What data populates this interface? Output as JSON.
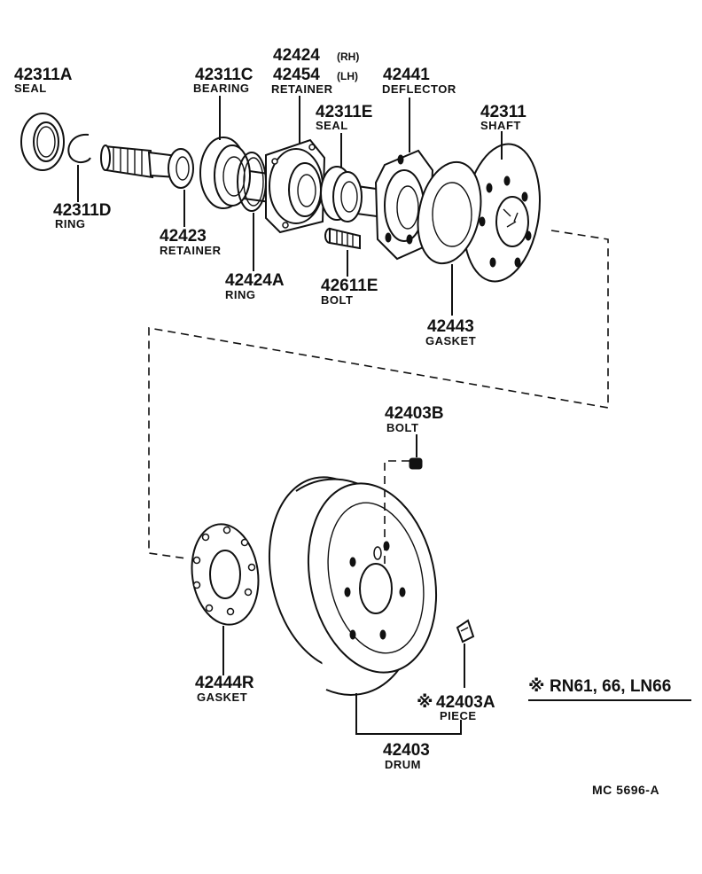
{
  "diagram": {
    "parts": {
      "p42311A": {
        "number": "42311A",
        "name": "SEAL"
      },
      "p42311D": {
        "number": "42311D",
        "name": "RING"
      },
      "p42311C": {
        "number": "42311C",
        "name": "BEARING"
      },
      "p42423": {
        "number": "42423",
        "name": "RETAINER"
      },
      "p42424": {
        "number": "42424",
        "side": "(RH)"
      },
      "p42454": {
        "number": "42454",
        "side": "(LH)",
        "name": "RETAINER"
      },
      "p42424A": {
        "number": "42424A",
        "name": "RING"
      },
      "p42311E": {
        "number": "42311E",
        "name": "SEAL"
      },
      "p42611E": {
        "number": "42611E",
        "name": "BOLT"
      },
      "p42441": {
        "number": "42441",
        "name": "DEFLECTOR"
      },
      "p42443": {
        "number": "42443",
        "name": "GASKET"
      },
      "p42311": {
        "number": "42311",
        "name": "SHAFT"
      },
      "p42403B": {
        "number": "42403B",
        "name": "BOLT"
      },
      "p42444R": {
        "number": "42444R",
        "name": "GASKET"
      },
      "p42403A": {
        "number": "42403A",
        "name": "PIECE",
        "mark": "※"
      },
      "p42403": {
        "number": "42403",
        "name": "DRUM"
      }
    },
    "note": {
      "mark": "※",
      "text": "RN61, 66, LN66"
    },
    "diagram_code": "MC  5696-A"
  }
}
